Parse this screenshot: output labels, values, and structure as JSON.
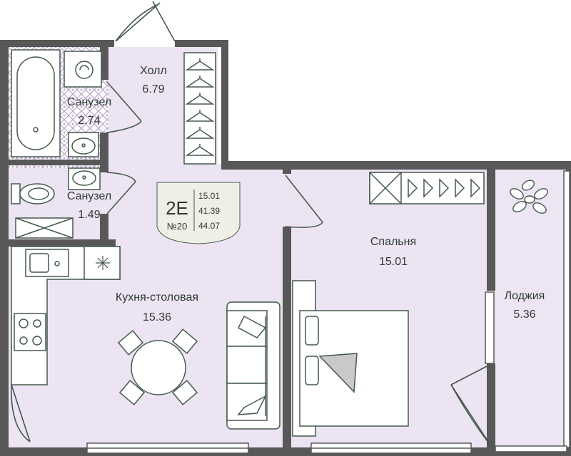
{
  "colors": {
    "wall": "#585858",
    "floor": "#ece4f2",
    "loggia_floor": "#ede5f3",
    "furniture_line": "#45594d",
    "furniture_fill": "#ffffff",
    "tile_pattern": "#b8a2cc",
    "badge_fill": "#efefe6",
    "text": "#2e3a33"
  },
  "rooms": [
    {
      "id": "hall",
      "name": "Холл",
      "area": "6.79"
    },
    {
      "id": "bath1",
      "name": "Санузел",
      "area": "2.74"
    },
    {
      "id": "bath2",
      "name": "Санузел",
      "area": "1.49"
    },
    {
      "id": "kitchen",
      "name": "Кухня-столовая",
      "area": "15.36"
    },
    {
      "id": "bedroom",
      "name": "Спальня",
      "area": "15.01"
    },
    {
      "id": "loggia",
      "name": "Лоджия",
      "area": "5.36"
    }
  ],
  "badge": {
    "type": "2E",
    "number": "№20",
    "areas": [
      "15.01",
      "41.39",
      "44.07"
    ]
  },
  "icons": [
    "hanger-icon",
    "plant-icon",
    "stove-icon",
    "sink-icon",
    "toilet-icon",
    "bathtub-icon",
    "washer-icon",
    "bed-icon",
    "sofa-icon",
    "table-icon",
    "door-icon",
    "window-icon"
  ]
}
